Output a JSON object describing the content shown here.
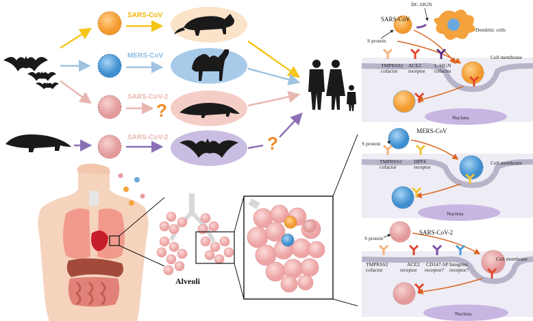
{
  "colors": {
    "sars_cov": "#f5c518",
    "mers_cov": "#9fc3e0",
    "sars_cov2_pangolin": "#e8b6b0",
    "sars_cov2_bat": "#8a6fb5",
    "orange_virus": "#f4a340",
    "blue_virus": "#4a9bd6",
    "pink_virus": "#e7a3a3",
    "panel_bg": "#eeecf4",
    "membrane": "#b8b3c8"
  },
  "icons": {
    "bats": "bat-silhouette-icon",
    "civet": "civet-silhouette-icon",
    "camel": "camel-silhouette-icon",
    "pangolin": "pangolin-silhouette-icon",
    "family": "human-family-icon"
  },
  "transmission": {
    "row1_virus": "SARS-CoV",
    "row2_virus": "MERS-CoV",
    "row3_virus": "SARS-CoV-2",
    "row4_virus": "SARS-CoV-2"
  },
  "body": {
    "alveoli_label": "Alveoli"
  },
  "panel1": {
    "dc_sign": "DC-SIGN",
    "virus": "SARS-CoV",
    "dendritic": "Dendritic cells",
    "s_protein": "S protein",
    "tmprss2": "TMPRSS2",
    "tmprss2_sub": "cofactor",
    "ace2": "ACE2",
    "ace2_sub": "receptor",
    "lsign": "L-SIGN",
    "lsign_sub": "cofactor",
    "membrane": "Cell membrane",
    "nucleus": "Nucleus"
  },
  "panel2": {
    "virus": "MERS-CoV",
    "s_protein": "S protein",
    "tmprss2": "TMPRSS2",
    "tmprss2_sub": "cofactor",
    "dpp4": "DPP4",
    "dpp4_sub": "receptor",
    "membrane": "Cell membrane",
    "nucleus": "Nucleus"
  },
  "panel3": {
    "virus": "SARS-CoV-2",
    "s_protein": "S protein",
    "tmprss2": "TMPRSS2",
    "tmprss2_sub": "cofactor",
    "ace2": "ACE2",
    "ace2_sub": "receptor",
    "cd147": "CD147-SP",
    "cd147_sub": "receptor?",
    "integrins": "Integrins",
    "integrins_sub": "receptor?",
    "membrane": "Cell membrane",
    "nucleus": "Nucleus"
  }
}
